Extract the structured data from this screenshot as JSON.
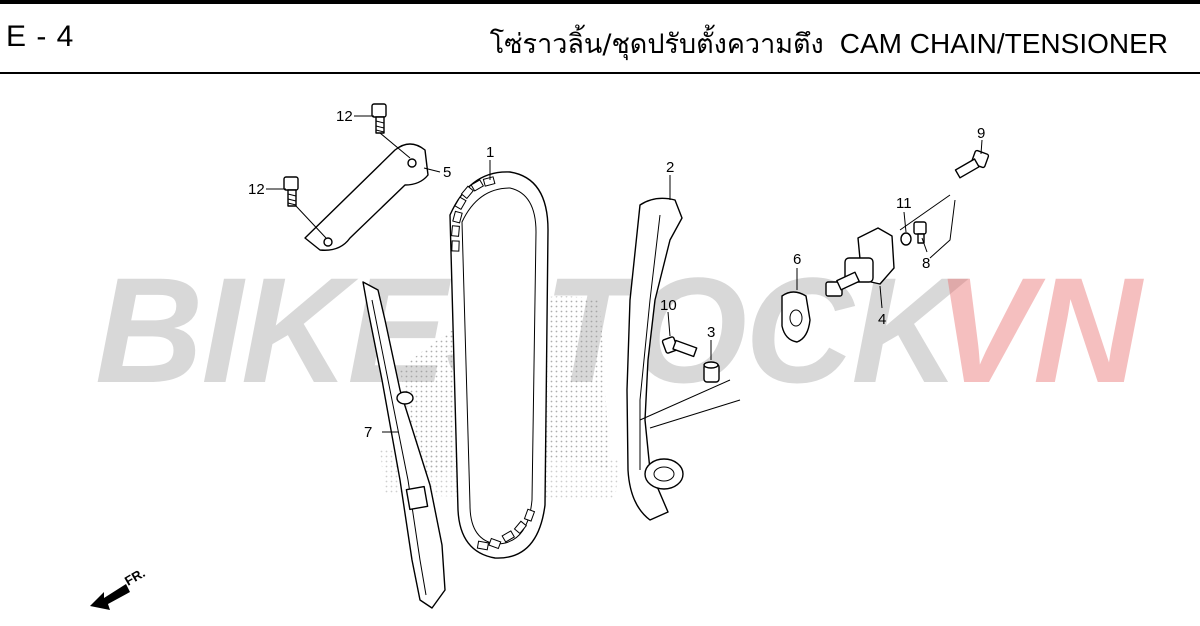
{
  "header": {
    "page_code": "E - 4",
    "title_thai": "โซ่ราวลิ้น/ชุดปรับตั้งความตึง",
    "title_en": "CAM CHAIN/TENSIONER"
  },
  "watermark": {
    "text_main": "BIKESTOCK",
    "text_accent": "VN",
    "accent_color": "#e87070",
    "main_color": "#b8b8b8"
  },
  "direction_marker": {
    "label": "FR.",
    "icon": "front-direction-arrow"
  },
  "callouts": [
    {
      "number": "1"
    },
    {
      "number": "2"
    },
    {
      "number": "3"
    },
    {
      "number": "4"
    },
    {
      "number": "5"
    },
    {
      "number": "6"
    },
    {
      "number": "7"
    },
    {
      "number": "8"
    },
    {
      "number": "9"
    },
    {
      "number": "10"
    },
    {
      "number": "11"
    },
    {
      "number": "12"
    },
    {
      "number": "12"
    }
  ]
}
